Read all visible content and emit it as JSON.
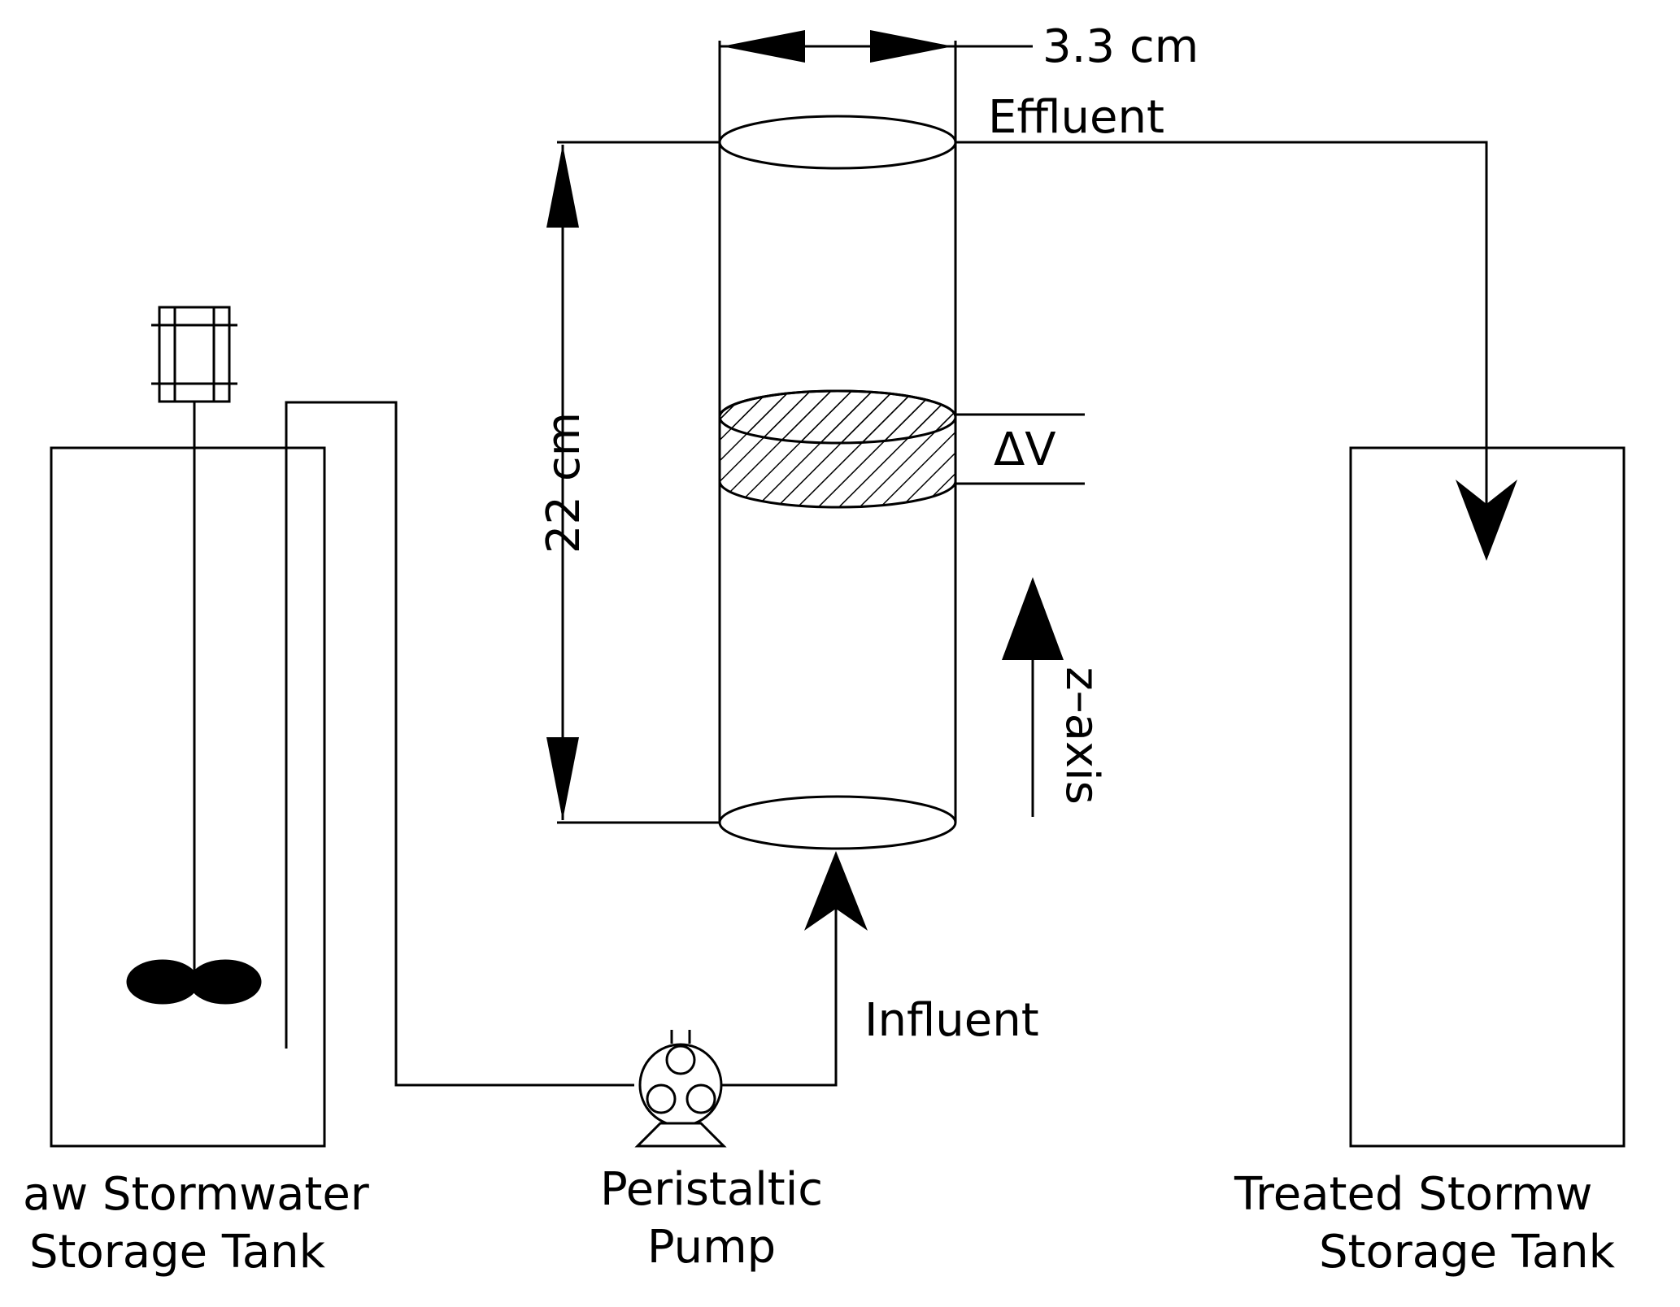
{
  "diagram": {
    "column": {
      "diameter_label": "3.3 cm",
      "height_label": "22 cm",
      "slice_label": "ΔV",
      "axis_label": "z–axis"
    },
    "flows": {
      "effluent_label": "Effluent",
      "influent_label": "Influent"
    },
    "pump": {
      "label_line1": "Peristaltic",
      "label_line2": "Pump"
    },
    "raw_tank": {
      "label_line1": "aw Stormwater",
      "label_line2": "Storage Tank"
    },
    "treated_tank": {
      "label_line1": "Treated Stormw",
      "label_line2": "Storage Tank"
    },
    "colors": {
      "line": "#000000",
      "background": "#ffffff"
    }
  }
}
